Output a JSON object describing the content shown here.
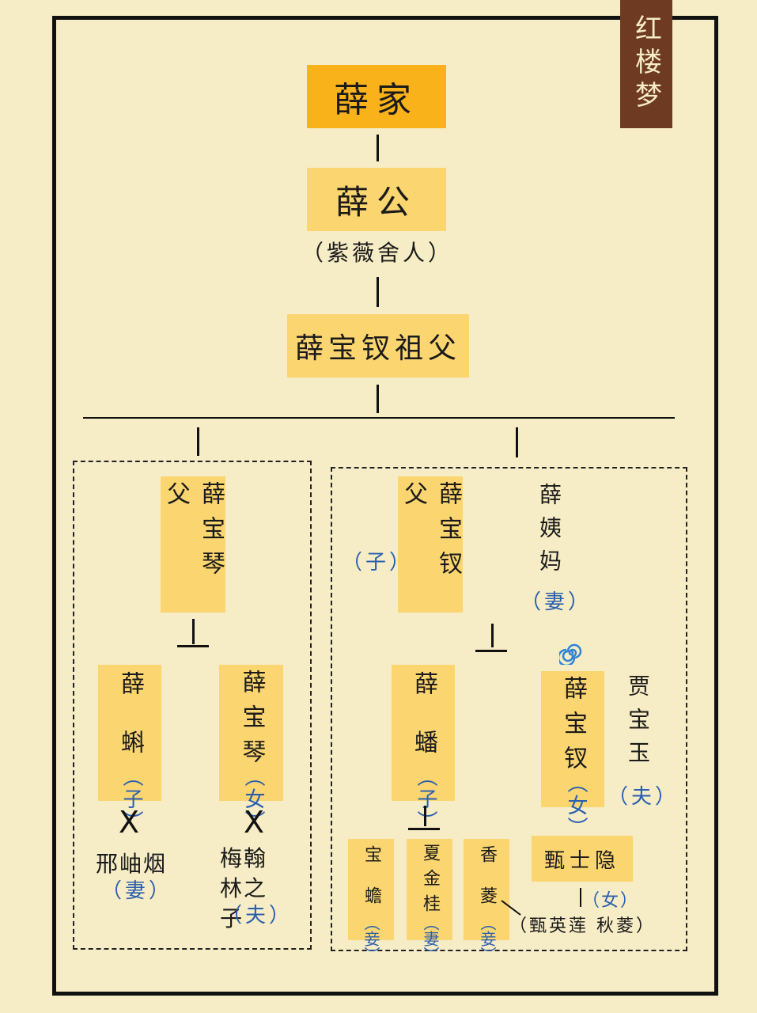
{
  "corner_title": "红楼梦",
  "generations": {
    "family": "薛家",
    "patriarch": "薛公",
    "patriarch_note": "（紫薇舍人）",
    "grandfather": "薛宝钗祖父"
  },
  "left_branch": {
    "father": "薛宝琴父",
    "son": "薛蝌",
    "son_role": "（子）",
    "son_wife": "邢岫烟",
    "son_wife_role": "（妻）",
    "daughter": "薛宝琴",
    "daughter_role": "（女）",
    "daughter_husband": "梅翰林之子",
    "daughter_husband_role": "（夫）"
  },
  "right_branch": {
    "father": "薛宝钗父",
    "father_role": "（子）",
    "mother": "薛姨妈",
    "mother_role": "（妻）",
    "son": "薛蟠",
    "son_role": "（子）",
    "daughter": "薛宝钗",
    "daughter_role": "（女）",
    "daughter_husband": "贾宝玉",
    "daughter_husband_role": "（夫）",
    "concubine1": "宝蟾",
    "concubine1_role": "（妾）",
    "wife": "夏金桂",
    "wife_role": "（妻）",
    "concubine2": "香菱",
    "concubine2_role": "（妾）",
    "zhen": "甄士隐",
    "zhen_role": "（女）",
    "xiangling_names": "（甄英莲 秋菱）"
  },
  "colors": {
    "background": "#f6ecc5",
    "box": "#fbd56f",
    "top_box": "#f9b21a",
    "corner": "#6e3a21",
    "role_text": "#2a5fb0"
  },
  "icons": [
    "spiral-icon"
  ]
}
